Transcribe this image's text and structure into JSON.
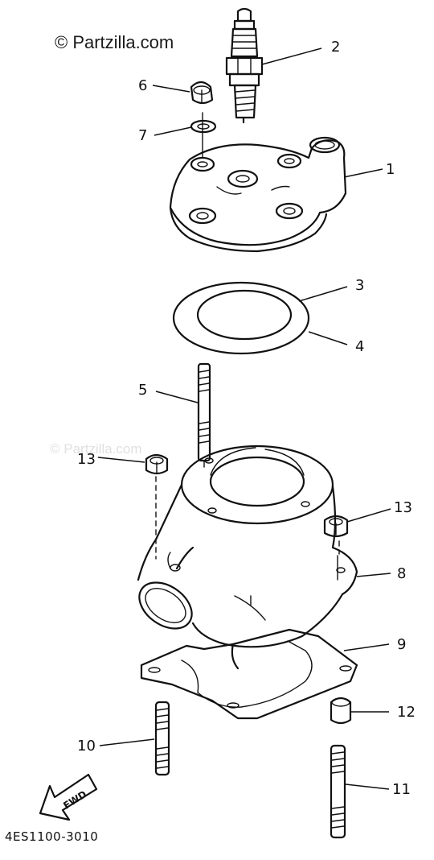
{
  "watermark": {
    "top": "© Partzilla.com",
    "middle": "© Partzilla.com"
  },
  "diagram_code": "4ES1100-3010",
  "fwd_arrow_label": "FWD",
  "callouts": {
    "c1": "1",
    "c2": "2",
    "c3": "3",
    "c4": "4",
    "c5": "5",
    "c6": "6",
    "c7": "7",
    "c8": "8",
    "c9": "9",
    "c10": "10",
    "c11": "11",
    "c12": "12",
    "c13_left": "13",
    "c13_right": "13"
  }
}
